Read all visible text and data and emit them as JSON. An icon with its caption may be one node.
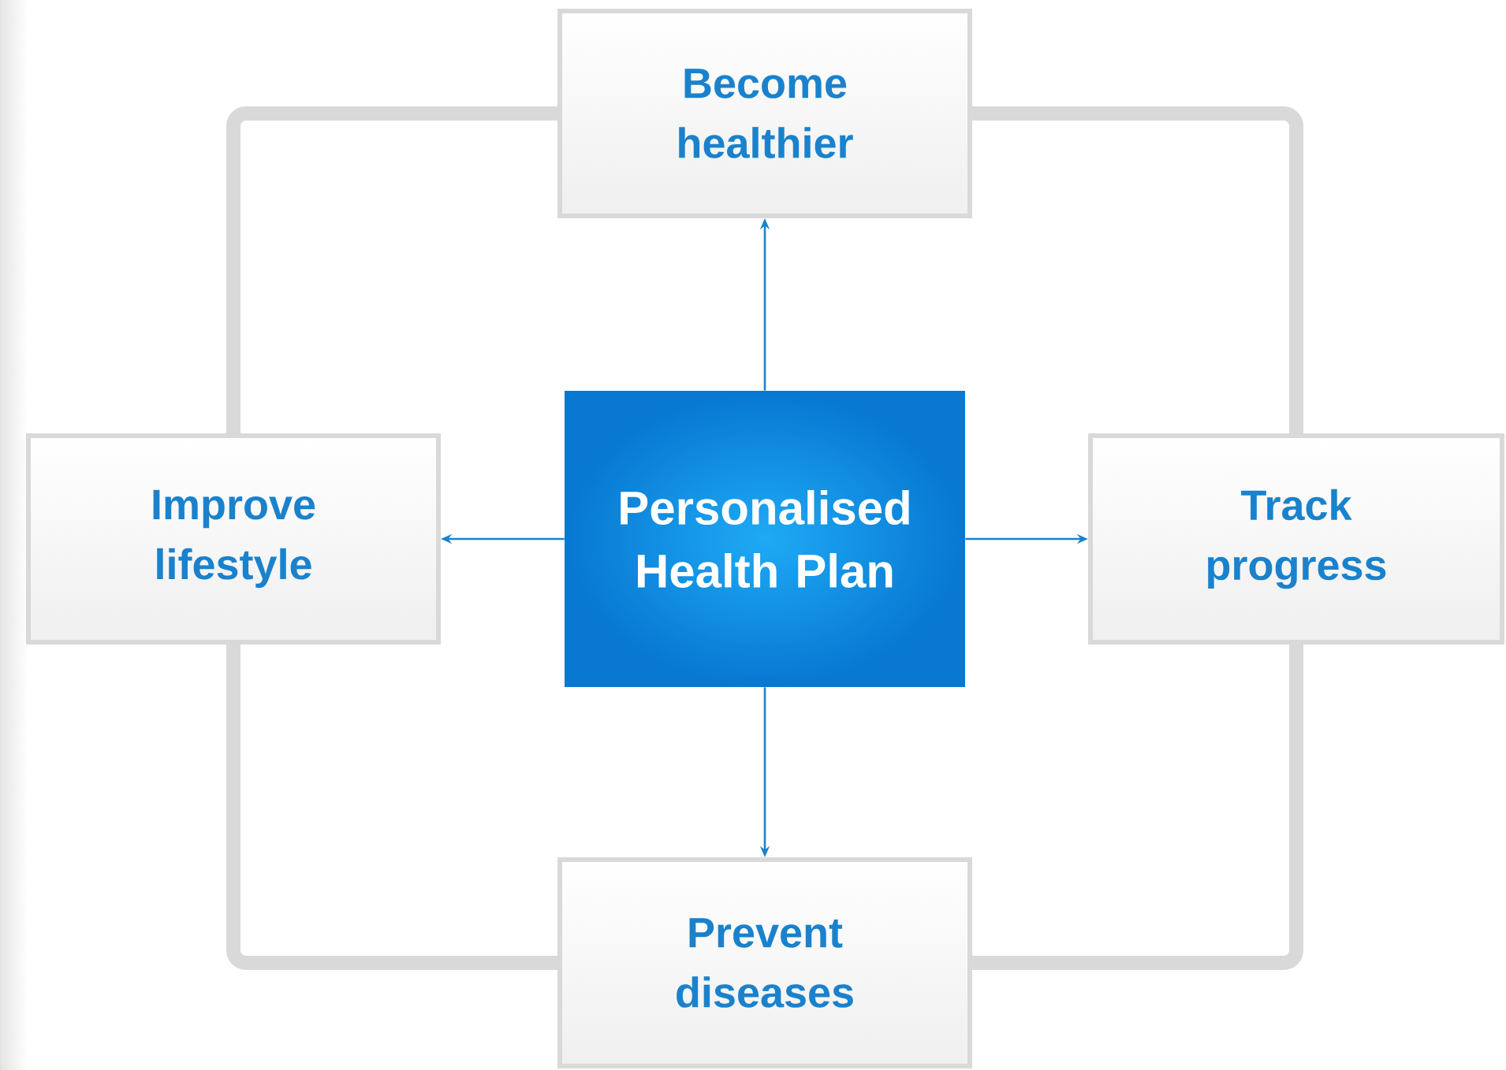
{
  "diagram": {
    "nodes": [
      {
        "text": [
          "Personalised Health Plan"
        ]
      },
      {
        "text": [
          "Become healthier"
        ]
      },
      {
        "text": [
          "Improve lifestyle"
        ]
      },
      {
        "text": [
          "Track progress"
        ]
      },
      {
        "text": [
          "Prevent diseases"
        ]
      }
    ],
    "edges": [
      {
        "from": 0,
        "to": 1,
        "arrow": "to"
      },
      {
        "from": 0,
        "to": 2,
        "arrow": "to"
      },
      {
        "from": 0,
        "to": 3,
        "arrow": "to"
      },
      {
        "from": 0,
        "to": 4,
        "arrow": "to"
      },
      {
        "from": 1,
        "to": 2,
        "arrow": "none",
        "style": "thick",
        "color": "#d9d9d9"
      },
      {
        "from": 1,
        "to": 3,
        "arrow": "none",
        "style": "thick",
        "color": "#d9d9d9"
      },
      {
        "from": 2,
        "to": 4,
        "arrow": "none",
        "style": "thick",
        "color": "#d9d9d9"
      },
      {
        "from": 3,
        "to": 4,
        "arrow": "none",
        "style": "thick",
        "color": "#d9d9d9"
      }
    ]
  }
}
